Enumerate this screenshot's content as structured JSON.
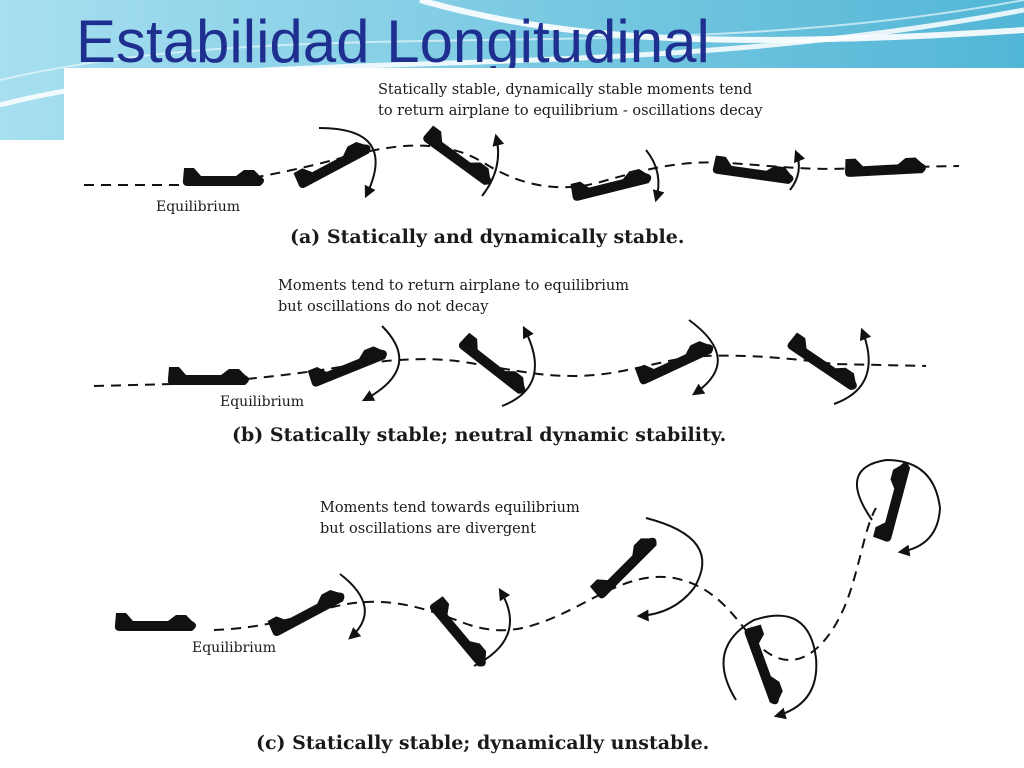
{
  "slide": {
    "title": "Estabilidad Longitudinal",
    "accent_color": "#1f2f8f",
    "header_gradient": [
      "#8fd4e6",
      "#3fa6c8"
    ]
  },
  "panels": [
    {
      "id": "a",
      "note_lines": [
        "Statically stable, dynamically stable moments tend",
        "to return airplane to equilibrium - oscillations decay"
      ],
      "equilibrium_label": "Equilibrium",
      "caption": "(a) Statically and dynamically stable."
    },
    {
      "id": "b",
      "note_lines": [
        "Moments tend to return airplane to equilibrium",
        "but oscillations do not decay"
      ],
      "equilibrium_label": "Equilibrium",
      "caption": "(b) Statically stable; neutral dynamic stability."
    },
    {
      "id": "c",
      "note_lines": [
        "Moments tend towards equilibrium",
        "but oscillations are divergent"
      ],
      "equilibrium_label": "Equilibrium",
      "caption": "(c) Statically stable; dynamically unstable."
    }
  ],
  "icons": {
    "aircraft": "airplane-silhouette-icon",
    "moment": "moment-arrow-icon"
  }
}
